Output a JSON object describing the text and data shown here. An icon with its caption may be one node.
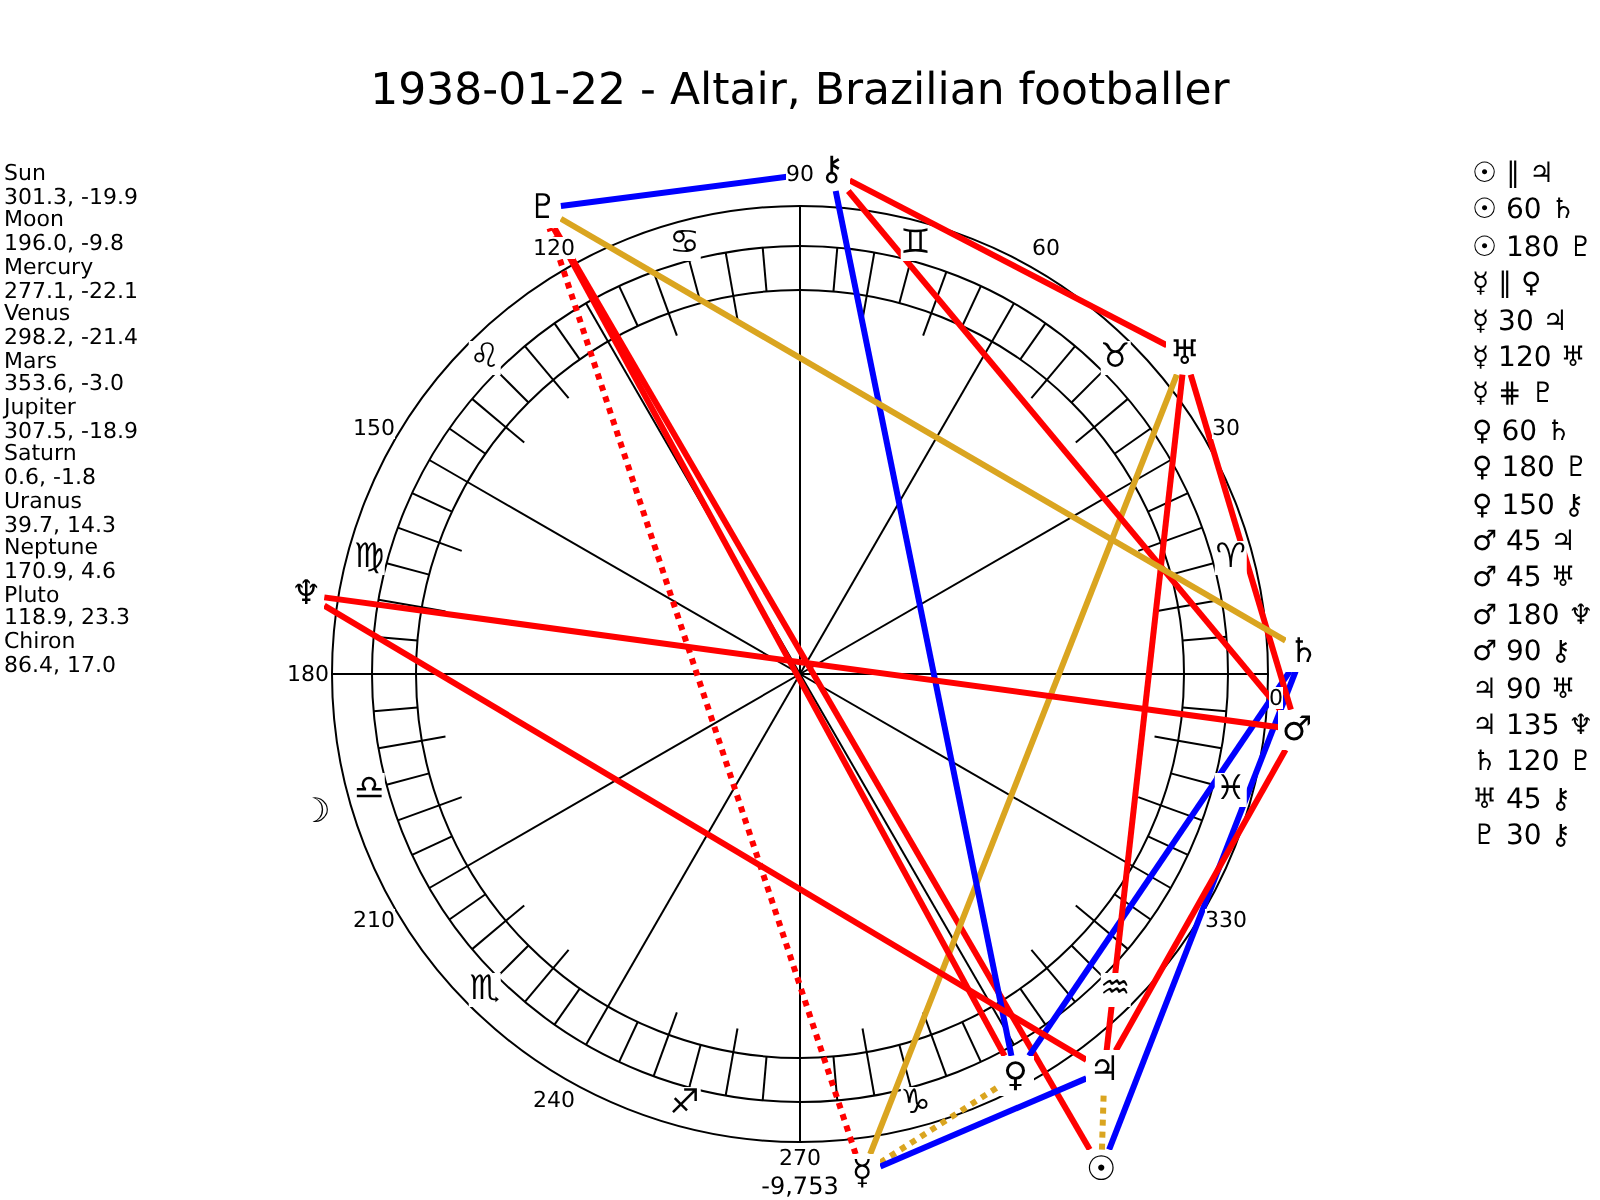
{
  "diagram": {
    "title": "1938-01-22 - Altair, Brazilian footballer",
    "nodes": [
      {
        "text": [
          "☉"
        ]
      },
      {
        "text": [
          "☽"
        ]
      },
      {
        "text": [
          "☿"
        ]
      },
      {
        "text": [
          "♀"
        ]
      },
      {
        "text": [
          "♂"
        ]
      },
      {
        "text": [
          "♃"
        ]
      },
      {
        "text": [
          "♄"
        ]
      },
      {
        "text": [
          "♅"
        ]
      },
      {
        "text": [
          "♆"
        ]
      },
      {
        "text": [
          "♇"
        ]
      },
      {
        "text": [
          "⚷"
        ]
      }
    ],
    "edges": [
      {
        "from": 0,
        "to": 5,
        "arrow": "none",
        "style": "dashed",
        "color": "#daa520"
      },
      {
        "from": 0,
        "to": 6,
        "arrow": "none",
        "color": "#0000ff"
      },
      {
        "from": 0,
        "to": 9,
        "arrow": "none"
      },
      {
        "from": 2,
        "to": 3,
        "arrow": "none",
        "style": "dashed",
        "color": "#daa520"
      },
      {
        "from": 2,
        "to": 5,
        "arrow": "none",
        "color": "#0000ff"
      },
      {
        "from": 2,
        "to": 7,
        "arrow": "none",
        "color": "#daa520"
      },
      {
        "from": 2,
        "to": 9,
        "arrow": "none",
        "style": "dashed"
      },
      {
        "from": 3,
        "to": 6,
        "arrow": "none",
        "color": "#0000ff"
      },
      {
        "from": 3,
        "to": 9,
        "arrow": "none"
      },
      {
        "from": 3,
        "to": 10,
        "arrow": "none",
        "color": "#0000ff"
      },
      {
        "from": 4,
        "to": 5,
        "arrow": "none"
      },
      {
        "from": 4,
        "to": 7,
        "arrow": "none"
      },
      {
        "from": 4,
        "to": 8,
        "arrow": "none"
      },
      {
        "from": 4,
        "to": 10,
        "arrow": "none"
      },
      {
        "from": 5,
        "to": 7,
        "arrow": "none"
      },
      {
        "from": 5,
        "to": 8,
        "arrow": "none"
      },
      {
        "from": 6,
        "to": 9,
        "arrow": "none",
        "color": "#daa520"
      },
      {
        "from": 7,
        "to": 10,
        "arrow": "none"
      },
      {
        "from": 9,
        "to": 10,
        "arrow": "none",
        "color": "#0000ff"
      }
    ],
    "labels": [
      "Sun",
      "301.3, -19.9",
      "Moon",
      "196.0, -9.8",
      "Mercury",
      "277.1, -22.1",
      "Venus",
      "298.2, -21.4",
      "Mars",
      "353.6, -3.0",
      "Jupiter",
      "307.5, -18.9",
      "Saturn",
      "0.6, -1.8",
      "Uranus",
      "39.7, 14.3",
      "Neptune",
      "170.9, 4.6",
      "Pluto",
      "118.9, 23.3",
      "Chiron",
      "86.4, 17.0",
      "☉ ∥ ♃",
      "☉ 60 ♄",
      "☉ 180 ♇",
      "☿ ∥ ♀",
      "☿ 30 ♃",
      "☿ 120 ♅",
      "☿ ⋕ ♇",
      "♀ 60 ♄",
      "♀ 180 ♇",
      "♀ 150 ⚷",
      "♂ 45 ♃",
      "♂ 45 ♅",
      "♂ 180 ♆",
      "♂ 90 ⚷",
      "♃ 90 ♅",
      "♃ 135 ♆",
      "♄ 120 ♇",
      "♅ 45 ⚷",
      "♇ 30 ⚷",
      "90",
      "60",
      "120",
      "30",
      "150",
      "0",
      "180",
      "330",
      "210",
      "240",
      "270",
      "-9,753",
      "♈",
      "♉",
      "♊",
      "♋",
      "♌",
      "♍",
      "♎",
      "♏",
      "♐",
      "♑",
      "♒",
      "♓"
    ]
  }
}
